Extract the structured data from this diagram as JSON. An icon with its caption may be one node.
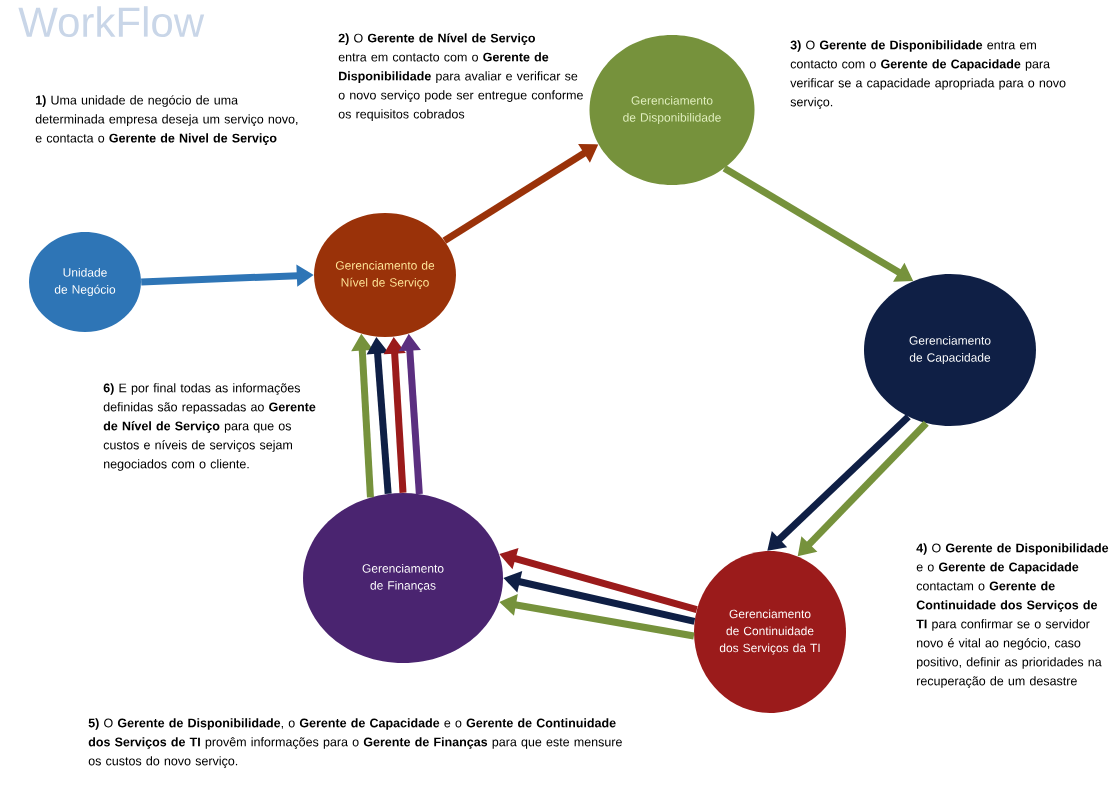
{
  "diagram": {
    "nodes": [
      {
        "text": [
          "Unidade de Negócio"
        ]
      },
      {
        "text": [
          "Gerenciamento de Nível de Serviço"
        ]
      },
      {
        "text": [
          "Gerenciamento de Disponibilidade"
        ]
      },
      {
        "text": [
          "Gerenciamento de Capacidade"
        ]
      },
      {
        "text": [
          "Gerenciamento de Continuidade dos Serviços da TI"
        ]
      },
      {
        "text": [
          "Gerenciamento de Finanças"
        ]
      }
    ],
    "edges": [
      {
        "from": 0,
        "to": 1,
        "arrow": "to",
        "color": "#2e75b6"
      },
      {
        "from": 1,
        "to": 2,
        "arrow": "to",
        "color": "#9a3209"
      },
      {
        "from": 2,
        "to": 3,
        "arrow": "to",
        "color": "#76923c"
      },
      {
        "from": 3,
        "to": 4,
        "arrow": "to",
        "color": "#0f1f45"
      },
      {
        "from": 3,
        "to": 4,
        "arrow": "to",
        "color": "#76923c"
      },
      {
        "from": 4,
        "to": 5,
        "arrow": "to",
        "color": "#9b1b1b"
      },
      {
        "from": 4,
        "to": 5,
        "arrow": "to",
        "color": "#0f1f45"
      },
      {
        "from": 4,
        "to": 5,
        "arrow": "to",
        "color": "#76923c"
      },
      {
        "from": 5,
        "to": 1,
        "arrow": "to",
        "color": "#76923c"
      },
      {
        "from": 5,
        "to": 1,
        "arrow": "to",
        "color": "#0f1f45"
      },
      {
        "from": 5,
        "to": 1,
        "arrow": "to",
        "color": "#9b1b1b"
      },
      {
        "from": 5,
        "to": 1,
        "arrow": "to",
        "color": "#5b2f80"
      }
    ],
    "labels": [
      "WorkFlow",
      "**1)** Uma unidade de negócio de uma determinada empresa deseja um serviço novo, e contacta o **Gerente de Nivel de Serviço**",
      "**2)** O **Gerente de Nível de Serviço** entra em contacto com o **Gerente de Disponibilidade** para avaliar e verificar se o novo serviço pode ser entregue conforme os requisitos cobrados",
      "**3)** O **Gerente de Disponibilidade** entra em contacto com o **Gerente de Capacidade** para verificar se a capacidade apropriada para o novo serviço.",
      "**4)** O **Gerente de Disponibilidade** e o **Gerente de Capacidade** contactam o **Gerente de Continuidade dos Serviços de TI** para confirmar se o servidor novo é vital ao negócio, caso positivo, definir as prioridades na recuperação de um desastre",
      "**5)** O **Gerente de Disponibilidade**, o **Gerente de Capacidade** e o **Gerente de Continuidade dos Serviços de TI** provêm informações para o **Gerente de Finanças** para que este mensure os custos do novo serviço.",
      "**6)** E por final todas as informações definidas são repassadas ao **Gerente de Nível de Serviço** para que os custos e níveis de serviços sejam negociados com o cliente."
    ]
  }
}
